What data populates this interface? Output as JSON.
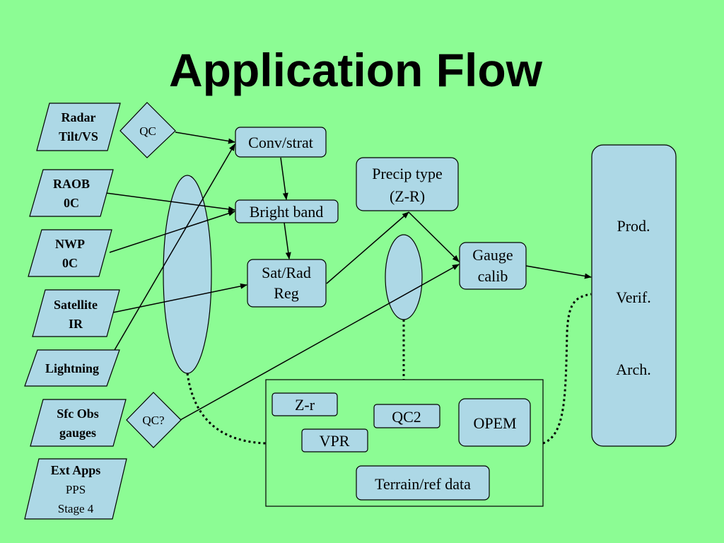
{
  "title": "Application Flow",
  "inputs": {
    "radar": [
      "Radar",
      "Tilt/VS"
    ],
    "raob": [
      "RAOB",
      "0C"
    ],
    "nwp": [
      "NWP",
      "0C"
    ],
    "satellite": [
      "Satellite",
      "IR"
    ],
    "lightning": [
      "Lightning"
    ],
    "sfc_obs": [
      "Sfc Obs",
      "gauges"
    ],
    "ext_apps": [
      "Ext Apps",
      "PPS",
      "Stage 4"
    ]
  },
  "qc": {
    "top": "QC",
    "bottom": "QC?"
  },
  "processes": {
    "conv_strat": "Conv/strat",
    "bright_band": "Bright band",
    "sat_rad": [
      "Sat/Rad",
      "Reg"
    ],
    "precip_type": [
      "Precip type",
      "(Z-R)"
    ],
    "gauge_calib": [
      "Gauge",
      "calib"
    ]
  },
  "output": [
    "Prod.",
    "Verif.",
    "Arch."
  ],
  "support": {
    "zr": "Z-r",
    "qc2": "QC2",
    "opem": "OPEM",
    "vpr": "VPR",
    "terrain": "Terrain/ref data"
  }
}
